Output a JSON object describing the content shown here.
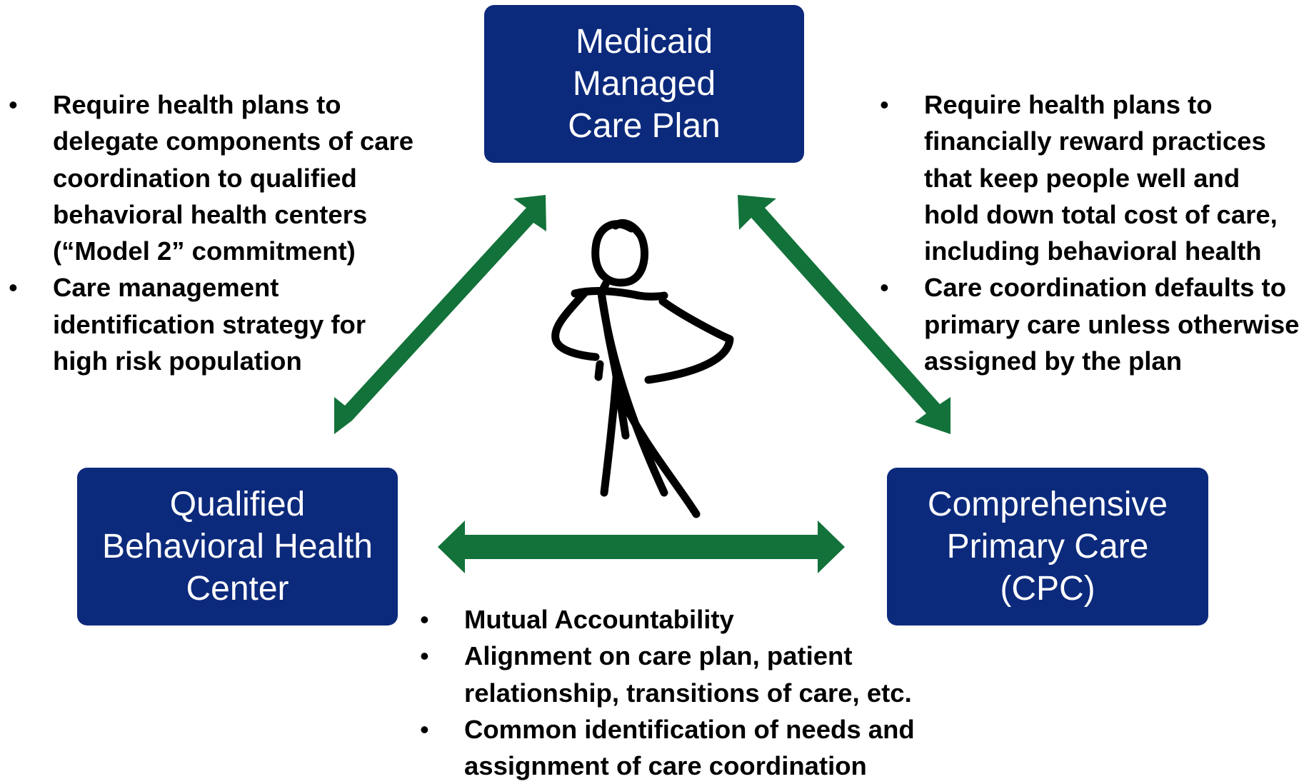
{
  "nodes": {
    "top": {
      "lines": [
        "Medicaid",
        "Managed",
        "Care Plan"
      ]
    },
    "left": {
      "lines": [
        "Qualified",
        "Behavioral Health",
        "Center"
      ]
    },
    "right": {
      "lines": [
        "Comprehensive",
        "Primary Care",
        "(CPC)"
      ]
    }
  },
  "bullet_symbol": "•",
  "left_list": [
    {
      "lines": [
        "Require health plans to",
        "delegate components of care",
        "coordination to qualified",
        "behavioral health centers",
        "(“Model 2” commitment)"
      ]
    },
    {
      "lines": [
        "Care management",
        "identification strategy for",
        "high risk population"
      ]
    }
  ],
  "right_list": [
    {
      "lines": [
        "Require health plans to",
        "financially reward practices",
        "that keep people well and",
        "hold down total cost of care,",
        "including behavioral health"
      ]
    },
    {
      "lines": [
        "Care coordination defaults to",
        "primary care unless otherwise",
        "assigned by the plan"
      ]
    }
  ],
  "bottom_list": [
    {
      "lines": [
        "Mutual Accountability"
      ]
    },
    {
      "lines": [
        "Alignment on care plan, patient",
        "relationship, transitions of care, etc."
      ]
    },
    {
      "lines": [
        "Common identification of needs and",
        "assignment of care coordination"
      ]
    }
  ],
  "colors": {
    "box": "#0c2a7c",
    "arrow": "#12723a",
    "text": "#000000"
  },
  "icons": [
    "double-arrow-icon",
    "stick-figure-icon"
  ]
}
